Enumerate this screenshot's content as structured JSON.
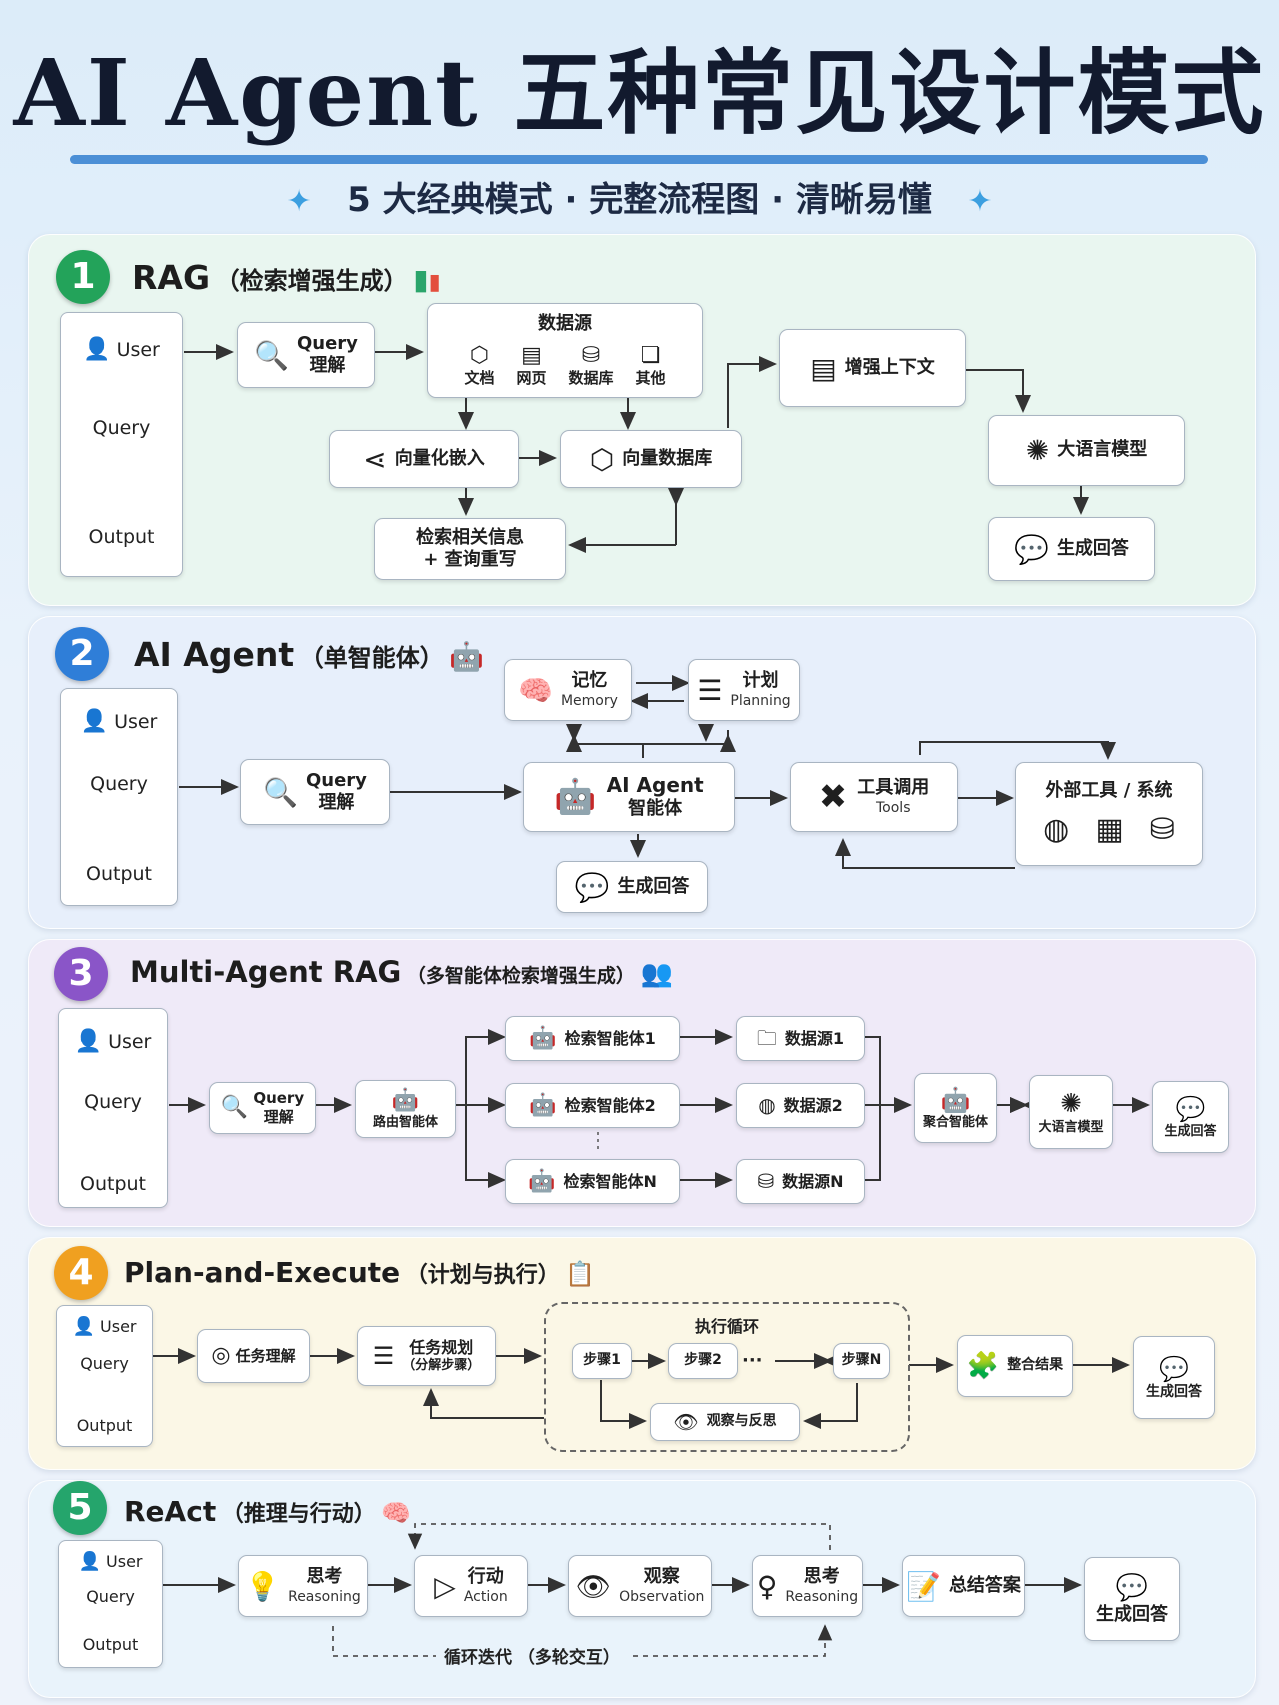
{
  "header": {
    "title": "AI Agent 五种常见设计模式",
    "subtitle": "5 大经典模式 · 完整流程图 · 清晰易懂",
    "accent": "#4b8fd6"
  },
  "common": {
    "user": "User",
    "query": "Query",
    "output": "Output"
  },
  "rag": {
    "num": "1",
    "title": "RAG",
    "subtitle": "（检索增强生成）",
    "color": "#23a35a",
    "query_1": "Query",
    "query_2": "理解",
    "datasource": "数据源",
    "ds_items": [
      "文档",
      "网页",
      "数据库",
      "其他"
    ],
    "embed": "向量化嵌入",
    "vectordb": "向量数据库",
    "retrieve_1": "检索相关信息",
    "retrieve_2": "+ 查询重写",
    "context": "增强上下文",
    "llm": "大语言模型",
    "answer": "生成回答"
  },
  "agent": {
    "num": "2",
    "title": "AI Agent",
    "subtitle": "（单智能体）",
    "color": "#2f7ed8",
    "memory_1": "记忆",
    "memory_2": "Memory",
    "plan_1": "计划",
    "plan_2": "Planning",
    "query_1": "Query",
    "query_2": "理解",
    "core_1": "AI Agent",
    "core_2": "智能体",
    "tools_1": "工具调用",
    "tools_2": "Tools",
    "external": "外部工具 / 系统",
    "answer": "生成回答"
  },
  "multi": {
    "num": "3",
    "title": "Multi-Agent RAG",
    "subtitle": "（多智能体检索增强生成）",
    "color": "#8a55c8",
    "query_1": "Query",
    "query_2": "理解",
    "router": "路由智能体",
    "agents": [
      "检索智能体1",
      "检索智能体2",
      "检索智能体N"
    ],
    "sources": [
      "数据源1",
      "数据源2",
      "数据源N"
    ],
    "aggregator": "聚合智能体",
    "llm": "大语言模型",
    "answer": "生成回答"
  },
  "plan": {
    "num": "4",
    "title": "Plan-and-Execute",
    "subtitle": "（计划与执行）",
    "color": "#f0a020",
    "understand": "任务理解",
    "planning_1": "任务规划",
    "planning_2": "（分解步骤）",
    "loop": "执行循环",
    "step1": "步骤1",
    "step2": "步骤2",
    "ellipsis": "···",
    "stepN": "步骤N",
    "observe": "观察与反思",
    "integrate": "整合结果",
    "answer": "生成回答"
  },
  "react": {
    "num": "5",
    "title": "ReAct",
    "subtitle": "（推理与行动）",
    "color": "#25a56c",
    "think_1": "思考",
    "think_2": "Reasoning",
    "act_1": "行动",
    "act_2": "Action",
    "obs_1": "观察",
    "obs_2": "Observation",
    "think2_1": "思考",
    "think2_2": "Reasoning",
    "final": "总结答案",
    "answer": "生成回答",
    "loop": "循环迭代 （多轮交互）"
  }
}
